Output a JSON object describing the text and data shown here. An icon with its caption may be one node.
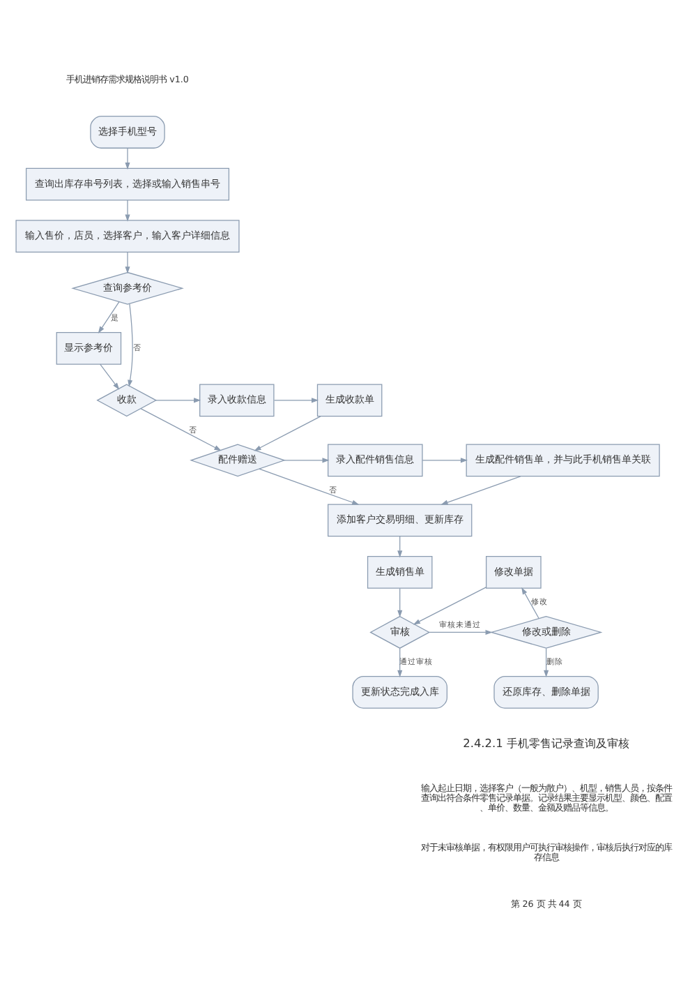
{
  "diagram": {
    "nodes": [
      {
        "text": [
          "选择手机型号"
        ]
      },
      {
        "text": [
          "查询出库存串号列表，选择或输入销售串号"
        ]
      },
      {
        "text": [
          "输入售价，店员，选择客户，输入客户详细信息"
        ]
      },
      {
        "text": [
          "查询参考价"
        ]
      },
      {
        "text": [
          "显示参考价"
        ]
      },
      {
        "text": [
          "收款"
        ]
      },
      {
        "text": [
          "录入收款信息"
        ]
      },
      {
        "text": [
          "生成收款单"
        ]
      },
      {
        "text": [
          "配件赠送"
        ]
      },
      {
        "text": [
          "录入配件销售信息"
        ]
      },
      {
        "text": [
          "生成配件销售单，并与此手机销售单关联"
        ]
      },
      {
        "text": [
          "添加客户交易明细、更新库存"
        ]
      },
      {
        "text": [
          "生成销售单"
        ]
      },
      {
        "text": [
          "修改单据"
        ]
      },
      {
        "text": [
          "审核"
        ]
      },
      {
        "text": [
          "修改或删除"
        ]
      },
      {
        "text": [
          "更新状态完成入库"
        ]
      },
      {
        "text": [
          "还原库存、删除单据"
        ]
      }
    ],
    "edges": [
      {
        "from": 0,
        "to": 1,
        "arrow": "to"
      },
      {
        "from": 1,
        "to": 2,
        "arrow": "to"
      },
      {
        "from": 2,
        "to": 3,
        "arrow": "to"
      },
      {
        "from": 3,
        "to": 4,
        "label": "是",
        "arrow": "to"
      },
      {
        "from": 3,
        "to": 5,
        "label": "否",
        "arrow": "to"
      },
      {
        "from": 4,
        "to": 5,
        "arrow": "to"
      },
      {
        "from": 5,
        "to": 6,
        "arrow": "to"
      },
      {
        "from": 6,
        "to": 7,
        "arrow": "to"
      },
      {
        "from": 7,
        "to": 8,
        "arrow": "to"
      },
      {
        "from": 5,
        "to": 8,
        "label": "否",
        "arrow": "to"
      },
      {
        "from": 8,
        "to": 9,
        "arrow": "to"
      },
      {
        "from": 9,
        "to": 10,
        "arrow": "to"
      },
      {
        "from": 10,
        "to": 11,
        "arrow": "to"
      },
      {
        "from": 8,
        "to": 11,
        "label": "否",
        "arrow": "to"
      },
      {
        "from": 11,
        "to": 12,
        "arrow": "to"
      },
      {
        "from": 12,
        "to": 14,
        "arrow": "to"
      },
      {
        "from": 13,
        "to": 14,
        "arrow": "to"
      },
      {
        "from": 14,
        "to": 15,
        "label": "审核未通过",
        "arrow": "to"
      },
      {
        "from": 15,
        "to": 13,
        "label": "修改",
        "arrow": "to"
      },
      {
        "from": 14,
        "to": 16,
        "label": "通过审核",
        "arrow": "to"
      },
      {
        "from": 15,
        "to": 17,
        "label": "删除",
        "arrow": "to"
      }
    ],
    "labels": [
      "手机进销存需求规格说明书 v1.0",
      "2.4.2.1 手机零售记录查询及审核",
      "输入起止日期，选择客户（一般为散户）、机型，销售人员，按条件查询出符合条件零售记录单据。记录结果主要显示机型、颜色、配置、单价、数量、金额及赠品等信息。",
      "对于未审核单据，有权限用户可执行审核操作，审核后执行对应的库存信息",
      "第 26 页 共 44 页"
    ]
  }
}
